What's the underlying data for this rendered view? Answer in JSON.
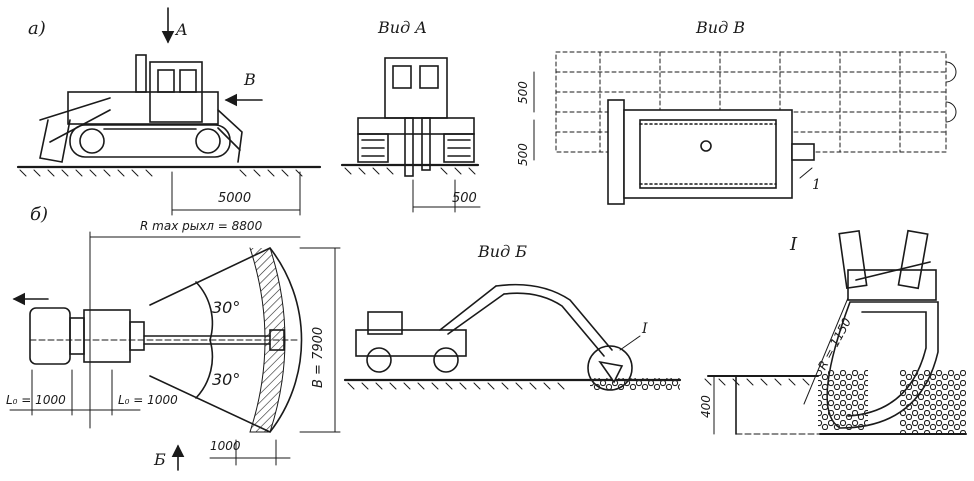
{
  "labels": {
    "part_a": "а)",
    "part_b": "б)",
    "arrow_a": "A",
    "arrow_b": "B",
    "view_a": "Вид A",
    "view_v": "Вид B",
    "view_b": "Вид Б",
    "detail_marker": "I",
    "detail_title": "I",
    "callout_1": "1",
    "arrow_bottom": "Б"
  },
  "dimensions": {
    "dist_5000": "5000",
    "dist_500_view_a": "500",
    "dist_500_top": "500",
    "dist_500_bottom": "500",
    "radius_max": "R max рыхл = 8800",
    "angle_upper": "30°",
    "angle_lower": "30°",
    "width_b": "B = 7900",
    "lo_left": "L₀ = 1000",
    "lo_right": "L₀ = 1000",
    "dist_1000": "1000",
    "bucket_radius": "R = 1150",
    "depth_400": "400"
  }
}
